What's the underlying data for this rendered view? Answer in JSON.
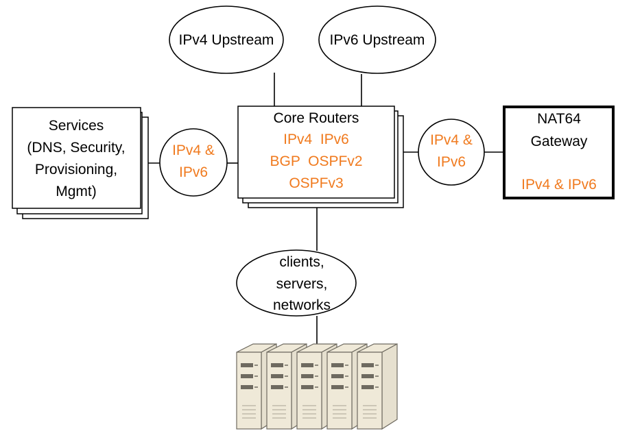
{
  "colors": {
    "stroke": "#000000",
    "text": "#000000",
    "protocol_text": "#f07a1e",
    "server_body": "#e6e0cf",
    "server_front": "#efe9d8",
    "server_dark": "#6e6a60"
  },
  "upstreams": {
    "ipv4": "IPv4 Upstream",
    "ipv6": "IPv6 Upstream"
  },
  "services": {
    "lines": [
      "Services",
      "(DNS, Security,",
      "Provisioning,",
      "Mgmt)"
    ]
  },
  "core": {
    "title": "Core Routers",
    "protocols": [
      "IPv4  IPv6",
      "BGP  OSPFv2",
      "OSPFv3"
    ]
  },
  "link_left": {
    "lines": [
      "IPv4 &",
      "IPv6"
    ]
  },
  "link_right": {
    "lines": [
      "IPv4 &",
      "IPv6"
    ]
  },
  "nat64": {
    "lines": [
      "NAT64",
      "Gateway"
    ],
    "protocol": "IPv4 & IPv6"
  },
  "clients": {
    "lines": [
      "clients,",
      "servers,",
      "networks"
    ]
  },
  "server_icon": "server-rack-icon",
  "server_count": 5
}
